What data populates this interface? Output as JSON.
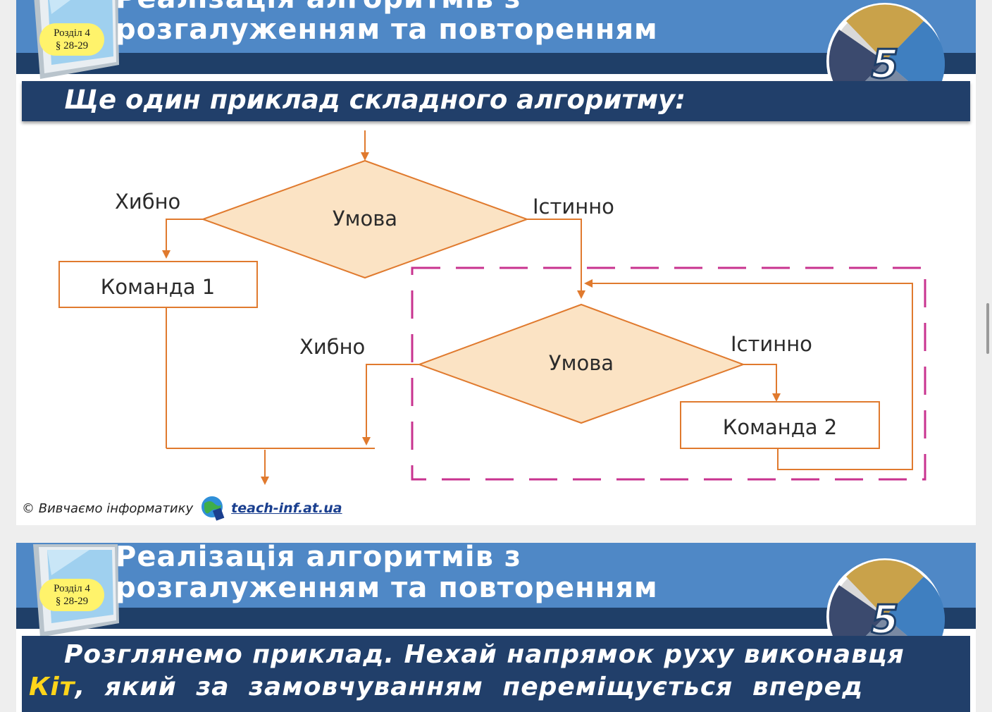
{
  "slide1": {
    "header": {
      "title_line1": "Реалізація алгоритмів з",
      "title_line2": "розгалуженням та повторенням",
      "section": "Розділ 4",
      "paragraph": "§ 28-29",
      "grade": "5"
    },
    "subtitle": "Ще один приклад складного алгоритму:",
    "flowchart": {
      "condition1": "Умова",
      "condition2": "Умова",
      "false_label1": "Хибно",
      "true_label1": "Істинно",
      "false_label2": "Хибно",
      "true_label2": "Істинно",
      "command1": "Команда 1",
      "command2": "Команда 2"
    },
    "footer": {
      "copyright": "© Вивчаємо інформатику",
      "site": "teach-inf.at.ua"
    }
  },
  "slide2": {
    "header": {
      "title_line1": "Реалізація алгоритмів з",
      "title_line2": "розгалуженням та повторенням",
      "section": "Розділ 4",
      "paragraph": "§ 28-29",
      "grade": "5"
    },
    "body_line1": "Розглянемо приклад. Нехай напрямок руху виконавця",
    "body_line2_highlight": "Кіт",
    "body_line2_rest": ", який за замовчуванням переміщується вперед"
  },
  "colors": {
    "header_blue": "#4f88c6",
    "dark_navy": "#213f6a",
    "flow_orange": "#e07a2e",
    "diamond_fill": "#fbe3c4",
    "loop_magenta": "#c8338f",
    "badge_yellow": "#fff36b"
  },
  "icons": [
    "book-icon",
    "grade-logo-icon",
    "globe-icon"
  ]
}
